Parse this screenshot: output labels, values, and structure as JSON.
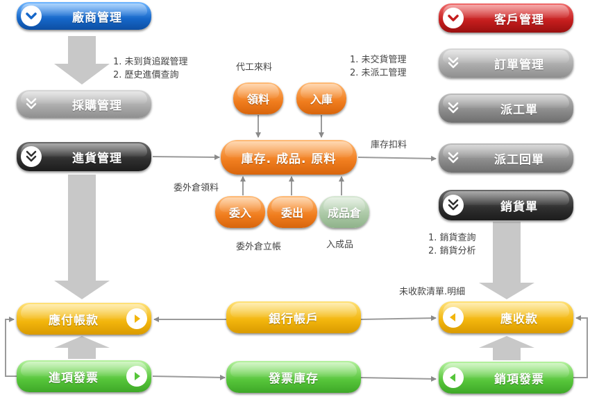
{
  "left_column": {
    "vendor_mgmt": "廠商管理",
    "purchase_mgmt": "採購管理",
    "receiving_mgmt": "進貨管理",
    "payable": "應付帳款",
    "input_invoice": "進項發票"
  },
  "center": {
    "material_in": "領料",
    "stock_in": "入庫",
    "inventory": "庫存. 成品. 原料",
    "outsource_in": "委入",
    "outsource_out": "委出",
    "finished_goods_wh": "成品倉",
    "bank_account": "銀行帳戶",
    "invoice_stock": "發票庫存"
  },
  "right_column": {
    "customer_mgmt": "客戶管理",
    "order_mgmt": "訂單管理",
    "dispatch": "派工單",
    "dispatch_return": "派工回單",
    "sales_slip": "銷貨單",
    "receivable": "應收款",
    "output_invoice": "銷項發票"
  },
  "notes": {
    "vendor_1": "1. 未到貨追蹤管理",
    "vendor_2": "2. 歷史進價查詢",
    "outsourced_material": "代工來料",
    "order_1": "1. 未交貨管理",
    "order_2": "2. 未派工管理",
    "inventory_deduct": "庫存扣料",
    "outsource_wh_material": "委外倉領料",
    "outsource_wh_ledger": "委外倉立帳",
    "finished_in": "入成品",
    "sales_1": "1. 銷貨查詢",
    "sales_2": "2. 銷貨分析",
    "uncollected": "未收款清單.明細"
  },
  "colors": {
    "blue": "#1667c9",
    "red": "#c41d1d",
    "orange": "#f07d1e",
    "yellow": "#f2b50c",
    "green": "#56c53a",
    "arrow_gray": "#c8c8c8",
    "line_gray": "#9a9a9a"
  },
  "icons": {
    "double_chevron": "double-chevron-down-icon",
    "play": "play-triangle-icon"
  }
}
